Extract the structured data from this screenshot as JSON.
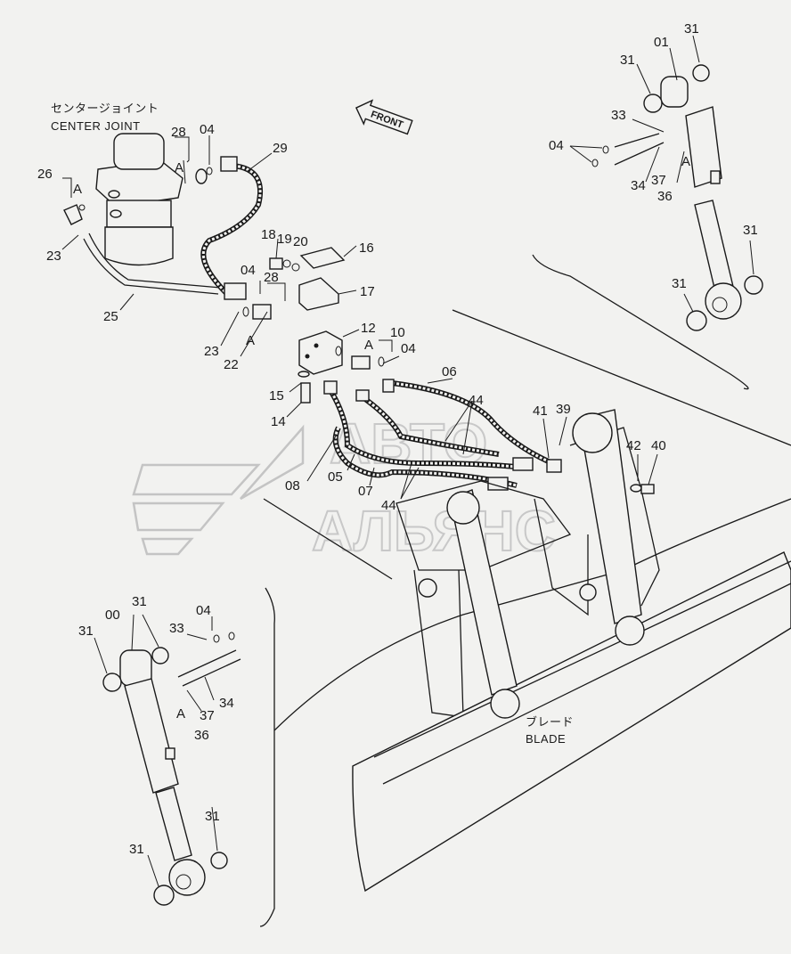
{
  "captions": {
    "center_joint_jp": "センタージョイント",
    "center_joint_en": "CENTER JOINT",
    "blade_jp": "ブレード",
    "blade_en": "BLADE",
    "front_arrow": "FRONT"
  },
  "watermark": {
    "line1": "АВТО",
    "line2": "АЛЬЯНС"
  },
  "callouts": {
    "c28": "28",
    "c04a": "04",
    "c29": "29",
    "c26": "26",
    "cA1": "A",
    "cA2": "A",
    "c23a": "23",
    "c25": "25",
    "c18": "18",
    "c19": "19",
    "c20": "20",
    "c16": "16",
    "c17": "17",
    "c04b": "04",
    "c28b": "28",
    "c23b": "23",
    "c22": "22",
    "cA3": "A",
    "c12": "12",
    "c10": "10",
    "cA4": "A",
    "c04c": "04",
    "c15": "15",
    "c14": "14",
    "c06": "06",
    "c44a": "44",
    "c08": "08",
    "c05": "05",
    "c07": "07",
    "c44b": "44",
    "c41": "41",
    "c39": "39",
    "c42": "42",
    "c40": "40",
    "r31a": "31",
    "r01": "01",
    "r31b": "31",
    "r33": "33",
    "r04": "04",
    "r34": "34",
    "r37": "37",
    "rA": "A",
    "r36": "36",
    "r31c": "31",
    "r31d": "31",
    "l31a": "31",
    "l00": "00",
    "l31b": "31",
    "l04": "04",
    "l33": "33",
    "lA": "A",
    "l37": "37",
    "l34": "34",
    "l36": "36",
    "l31c": "31",
    "l31d": "31"
  }
}
